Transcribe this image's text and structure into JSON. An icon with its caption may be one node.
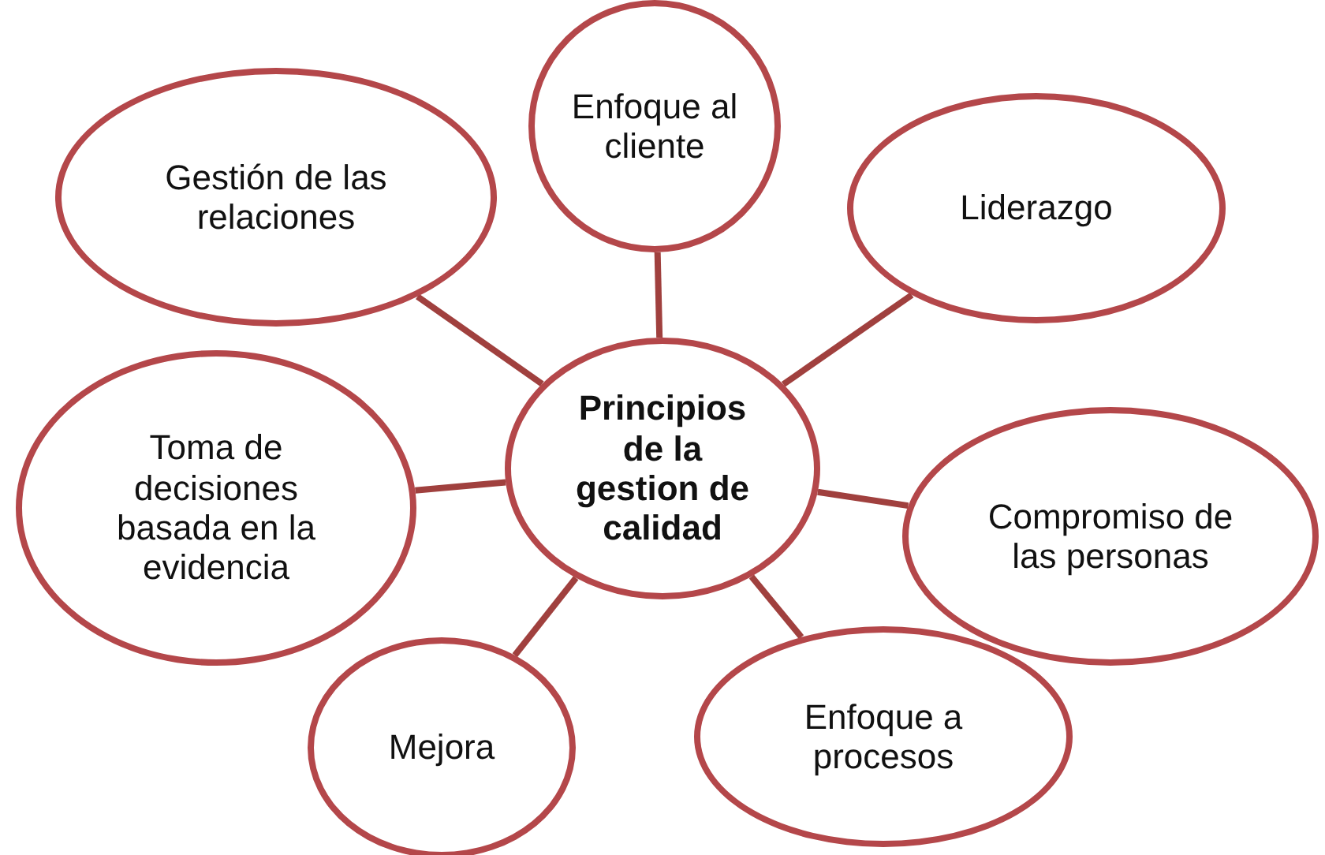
{
  "diagram": {
    "nodes": [
      {
        "text": [
          "Enfoque al cliente"
        ]
      },
      {
        "text": [
          "Gestión de las relaciones"
        ]
      },
      {
        "text": [
          "Liderazgo"
        ]
      },
      {
        "text": [
          "Principios de la gestion de calidad"
        ]
      },
      {
        "text": [
          "Toma de decisiones basada en la evidencia"
        ]
      },
      {
        "text": [
          "Compromiso de las personas"
        ]
      },
      {
        "text": [
          "Enfoque a procesos"
        ]
      },
      {
        "text": [
          "Mejora"
        ]
      }
    ],
    "edges": [
      {
        "from": 3,
        "to": 0,
        "arrow": "none"
      },
      {
        "from": 3,
        "to": 1,
        "arrow": "none"
      },
      {
        "from": 3,
        "to": 2,
        "arrow": "none"
      },
      {
        "from": 3,
        "to": 4,
        "arrow": "none"
      },
      {
        "from": 3,
        "to": 5,
        "arrow": "none"
      },
      {
        "from": 3,
        "to": 6,
        "arrow": "none"
      },
      {
        "from": 3,
        "to": 7,
        "arrow": "none"
      }
    ]
  }
}
